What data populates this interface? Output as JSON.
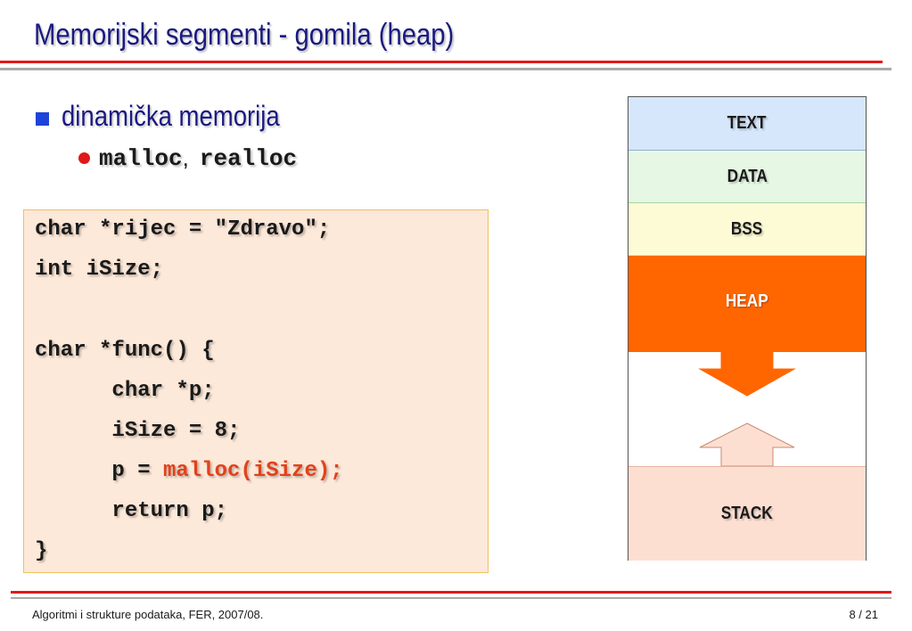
{
  "slide": {
    "title": "Memorijski segmenti - gomila (heap)",
    "bullet": "dinamička memorija",
    "sub_bullet": {
      "item1": "malloc",
      "separator": ",",
      "item2": "realloc"
    }
  },
  "code": {
    "line1": "char *rijec = \"Zdravo\";",
    "line2": "int iSize;",
    "line3": "char *func() {",
    "line4": "      char *p;",
    "line5": "      iSize = 8;",
    "line6_prefix": "      p = ",
    "line6_highlight": "malloc(iSize);",
    "line7": "      return p;",
    "line8": "}"
  },
  "memory_layout": {
    "segments": [
      "TEXT",
      "DATA",
      "BSS",
      "HEAP",
      "STACK"
    ],
    "colors": {
      "text": "#d6e6fb",
      "data": "#e6f8e4",
      "bss": "#fdfbd5",
      "heap": "#ff6600",
      "stack": "#fddfd2"
    },
    "heap_direction": "down",
    "stack_direction": "up"
  },
  "footer": {
    "course": "Algoritmi i strukture podataka, FER, 2007/08.",
    "page": "8 / 21"
  },
  "colors": {
    "title": "#1a1a80",
    "accent_red": "#e01818",
    "bullet_blue": "#1d43d9",
    "code_highlight": "#e2411b",
    "code_background": "#fde9d9"
  }
}
